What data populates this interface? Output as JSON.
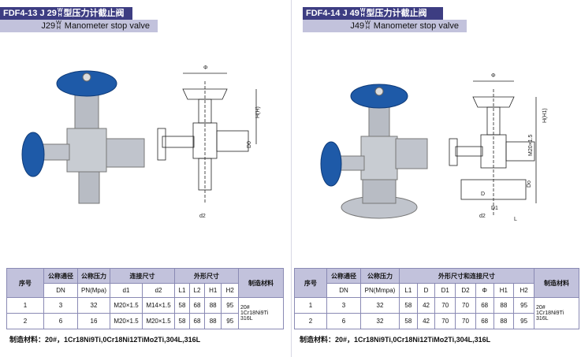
{
  "left": {
    "model": "FDF4-13 J 29",
    "model_sup_top": "W",
    "model_sup_bottom": "H",
    "model_cn": "型压力计截止阀",
    "name_prefix": "J29",
    "name_sup_top": "W",
    "name_sup_bottom": "H",
    "name_en": "Manometer stop valve",
    "dims": {
      "phi": "Φ",
      "h": "H(H)",
      "d0": "D0",
      "d2": "d2"
    },
    "table": {
      "headers": {
        "seq": "序号",
        "dn_cn": "公称通径",
        "pn_cn": "公称压力",
        "conn_cn": "连接尺寸",
        "outer_cn": "外形尺寸",
        "material_cn": "制造材料"
      },
      "sub": {
        "dn": "DN",
        "pn": "PN(Mpa)",
        "d1": "d1",
        "d2": "d2",
        "l1": "L1",
        "l2": "L2",
        "h1": "H1",
        "h2": "H2"
      },
      "rows": [
        {
          "seq": "1",
          "dn": "3",
          "pn": "32",
          "d1": "M20×1.5",
          "d2": "M14×1.5",
          "l1": "58",
          "l2": "68",
          "h1": "88",
          "h2": "95"
        },
        {
          "seq": "2",
          "dn": "6",
          "pn": "16",
          "d1": "M20×1.5",
          "d2": "M20×1.5",
          "l1": "58",
          "l2": "68",
          "h1": "88",
          "h2": "95"
        }
      ],
      "material_lines": [
        "20#",
        "1Cr18Ni9Ti",
        "316L"
      ]
    },
    "material_text": "制造材料：20#，1Cr18Ni9Ti,0Cr18Ni12TiMo2Ti,304L,316L"
  },
  "right": {
    "model": "FDF4-14 J 49",
    "model_sup_top": "W",
    "model_sup_bottom": "H",
    "model_cn": "型压力计截止阀",
    "name_prefix": "J49",
    "name_sup_top": "W",
    "name_sup_bottom": "H",
    "name_en": "Manometer stop valve",
    "dims": {
      "phi": "Φ",
      "h": "H(H1)",
      "m": "M20×1.5",
      "d0": "Do",
      "d": "D",
      "d1": "D1",
      "d2": "d2",
      "l": "L"
    },
    "table": {
      "headers": {
        "seq": "序号",
        "dn_cn": "公称通径",
        "pn_cn": "公称压力",
        "outer_cn": "外形尺寸和连接尺寸",
        "material_cn": "制造材料"
      },
      "sub": {
        "dn": "DN",
        "pn": "PN(Mmpa)",
        "l1": "L1",
        "d": "D",
        "d1": "D1",
        "d2": "D2",
        "phi": "Φ",
        "h1": "H1",
        "h2": "H2"
      },
      "rows": [
        {
          "seq": "1",
          "dn": "3",
          "pn": "32",
          "l1": "58",
          "d": "42",
          "d1": "70",
          "d2": "70",
          "phi": "68",
          "h1": "88",
          "h2": "95"
        },
        {
          "seq": "2",
          "dn": "6",
          "pn": "32",
          "l1": "58",
          "d": "42",
          "d1": "70",
          "d2": "70",
          "phi": "68",
          "h1": "88",
          "h2": "95"
        }
      ],
      "material_lines": [
        "20#",
        "1Cr18Ni9Ti",
        "316L"
      ]
    },
    "material_text": "制造材料：20#，1Cr18Ni9Ti,0Cr18Ni12TiMo2Ti,304L,316L"
  },
  "colors": {
    "handwheel": "#1e5aa8",
    "steel": "#b8bcc4",
    "header_bar": "#3d3d82",
    "sub_bar": "#c2c2dc"
  }
}
